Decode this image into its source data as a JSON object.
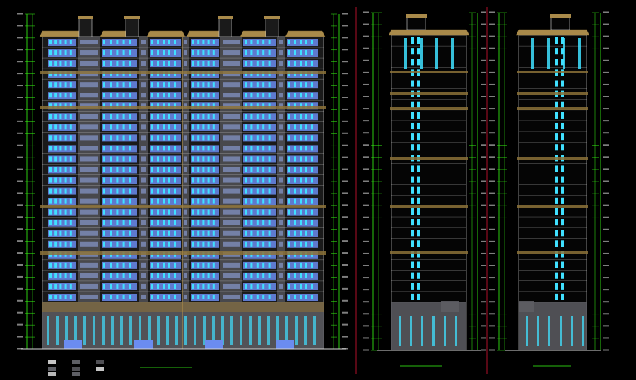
{
  "drawing": {
    "colors": {
      "background": "#000000",
      "dimension_line": "#39ff14",
      "divider": "#b0102a",
      "cornice": "#a98a4a",
      "cornice_dark": "#7d6430",
      "band": "#8c7238",
      "facade_fill": "#1a1a1a",
      "window_blue": "#6b8cf0",
      "window_cyan": "#40e0ff",
      "glass_light": "#9fb8ff",
      "wall_gray": "#6f7077",
      "podium_gray": "#5d5d63",
      "grid_line": "#d8d8d8",
      "text": "#e8e8e8"
    },
    "sheets": [
      {
        "name": "front-elevation",
        "title": "",
        "floors": 25
      },
      {
        "name": "side-elevation-a",
        "title": "",
        "floors": 25
      },
      {
        "name": "side-elevation-b",
        "title": "",
        "floors": 25
      }
    ],
    "legend": {
      "items": [
        "",
        "",
        "",
        "",
        "",
        "",
        "",
        ""
      ]
    }
  }
}
